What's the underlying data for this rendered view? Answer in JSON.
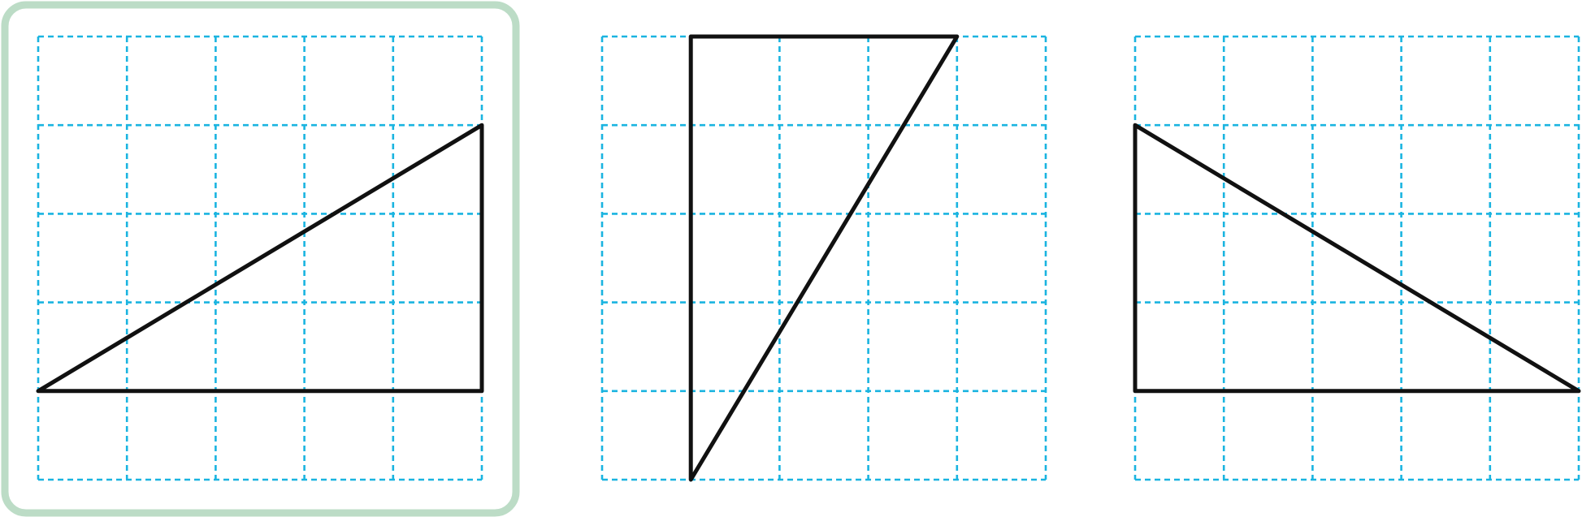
{
  "colors": {
    "grid": "#1ab4e0",
    "shape": "#111111",
    "selected_frame": "#bcdcc6",
    "background": "#ffffff"
  },
  "grid": {
    "columns": 5,
    "rows": 5,
    "style": "dashed"
  },
  "options": [
    {
      "id": "option-1",
      "selected": true,
      "shape": "right-triangle",
      "vertices": [
        [
          0,
          4
        ],
        [
          5,
          4
        ],
        [
          5,
          1
        ]
      ]
    },
    {
      "id": "option-2",
      "selected": false,
      "shape": "right-triangle",
      "vertices": [
        [
          1,
          0
        ],
        [
          4,
          0
        ],
        [
          1,
          5
        ]
      ]
    },
    {
      "id": "option-3",
      "selected": false,
      "shape": "right-triangle",
      "vertices": [
        [
          0,
          1
        ],
        [
          0,
          4
        ],
        [
          5,
          4
        ]
      ]
    }
  ]
}
